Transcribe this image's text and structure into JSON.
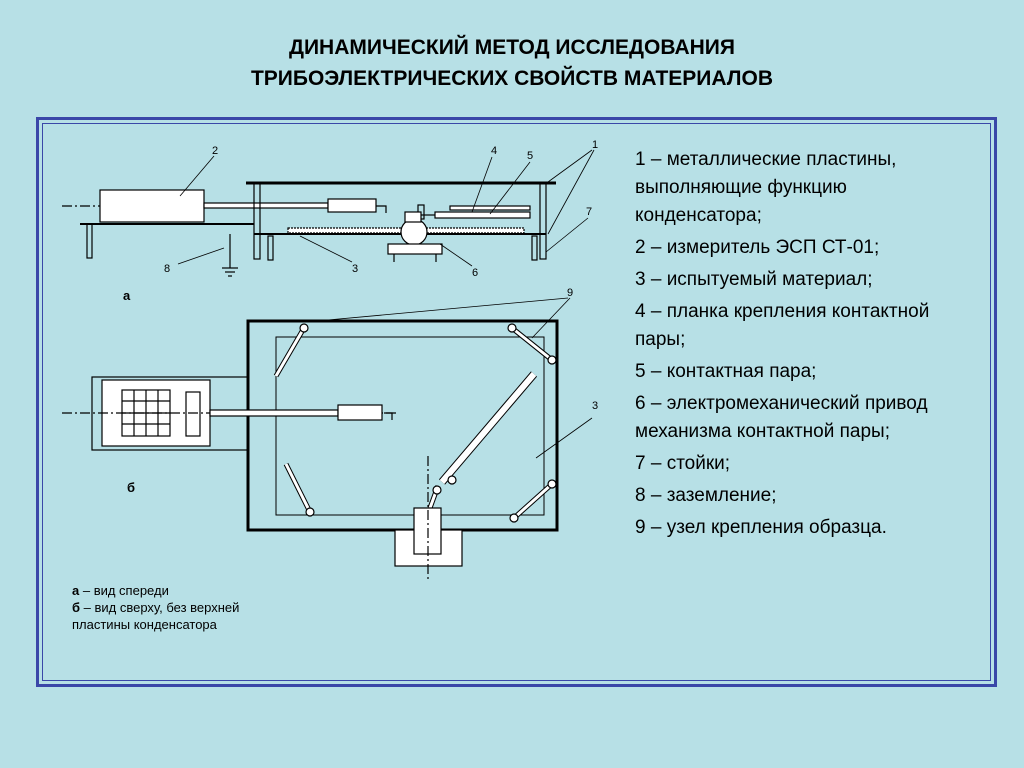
{
  "title": {
    "line1": "ДИНАМИЧЕСКИЙ МЕТОД ИССЛЕДОВАНИЯ",
    "line2": "ТРИБОЭЛЕКТРИЧЕСКИХ СВОЙСТВ  МАТЕРИАЛОВ"
  },
  "legend": [
    "1 – металлические пластины, выполняющие функцию конденсатора;",
    "2 – измеритель ЭСП СТ-01;",
    "3 – испытуемый материал;",
    "4 – планка крепления контактной пары;",
    "5 – контактная пара;",
    "6 – электромеханический привод механизма контактной пары;",
    "7 – стойки;",
    "8 – заземление;",
    "9 – узел крепления образца."
  ],
  "view_labels": {
    "a": "а",
    "b": "б"
  },
  "callouts": {
    "n1": "1",
    "n2": "2",
    "n3": "3",
    "n4": "4",
    "n5": "5",
    "n6": "6",
    "n7": "7",
    "n8": "8",
    "n9": "9",
    "n3b": "3"
  },
  "caption": {
    "a_key": "а",
    "a_text": " – вид спереди",
    "b_key": "б",
    "b_text": " – вид сверху, без верхней",
    "line3": "пластины конденсатора"
  }
}
